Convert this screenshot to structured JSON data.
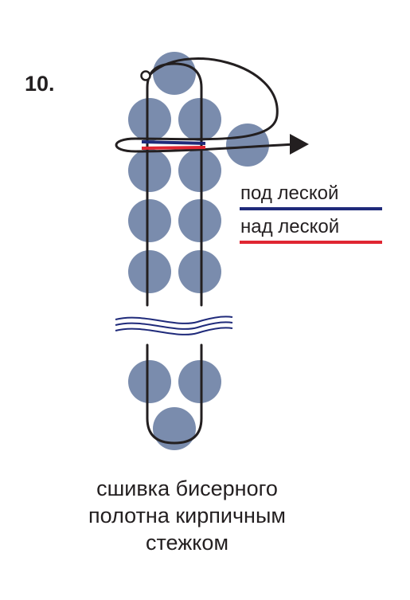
{
  "step_number": "10.",
  "legend": {
    "under": {
      "label": "под леской",
      "color": "#1f2a7a"
    },
    "over": {
      "label": "над леской",
      "color": "#e02632"
    }
  },
  "caption": {
    "lines": [
      "сшивка бисерного",
      "полотна кирпичным",
      "стежком"
    ]
  },
  "colors": {
    "bead": "#7a8cad",
    "thread": "#231f20",
    "break_mark": "#1f2a7a"
  }
}
